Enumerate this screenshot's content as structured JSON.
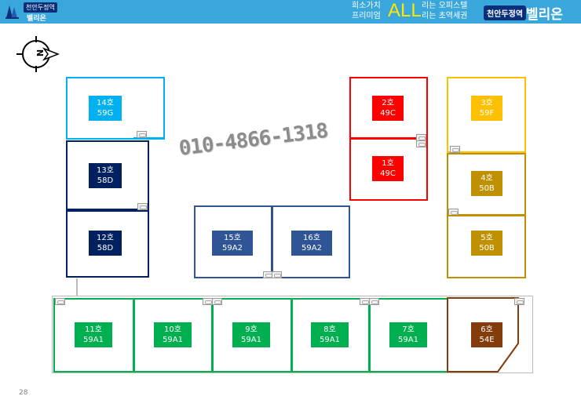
{
  "header": {
    "logo_tag": "천안두정역",
    "logo_sub": "벨리온",
    "slogan_line1_a": "희소가치",
    "slogan_line2_a": "프리미엄",
    "slogan_all": "ALL",
    "slogan_line1_b": "리는 오피스텔",
    "slogan_line2_b": "리는 초역세권",
    "brand_tag": "천안두정역",
    "brand_name": "벨리온"
  },
  "compass": {
    "letter": "N"
  },
  "phone": "010-4866-1318",
  "rooms": [
    {
      "no": "14호",
      "type": "59G",
      "color": "#00b0f0"
    },
    {
      "no": "13호",
      "type": "58D",
      "color": "#002060"
    },
    {
      "no": "12호",
      "type": "58D",
      "color": "#002060"
    },
    {
      "no": "15호",
      "type": "59A2",
      "color": "#2f5597"
    },
    {
      "no": "16호",
      "type": "59A2",
      "color": "#2f5597"
    },
    {
      "no": "2호",
      "type": "49C",
      "color": "#ff0000"
    },
    {
      "no": "1호",
      "type": "49C",
      "color": "#ff0000"
    },
    {
      "no": "3호",
      "type": "59F",
      "color": "#ffc000"
    },
    {
      "no": "4호",
      "type": "50B",
      "color": "#bf9000"
    },
    {
      "no": "5호",
      "type": "50B",
      "color": "#bf9000"
    },
    {
      "no": "11호",
      "type": "59A1",
      "color": "#00b050"
    },
    {
      "no": "10호",
      "type": "59A1",
      "color": "#00b050"
    },
    {
      "no": "9호",
      "type": "59A1",
      "color": "#00b050"
    },
    {
      "no": "8호",
      "type": "59A1",
      "color": "#00b050"
    },
    {
      "no": "7호",
      "type": "59A1",
      "color": "#00b050"
    },
    {
      "no": "6호",
      "type": "54E",
      "color": "#843c0c"
    }
  ],
  "page_number": "28"
}
